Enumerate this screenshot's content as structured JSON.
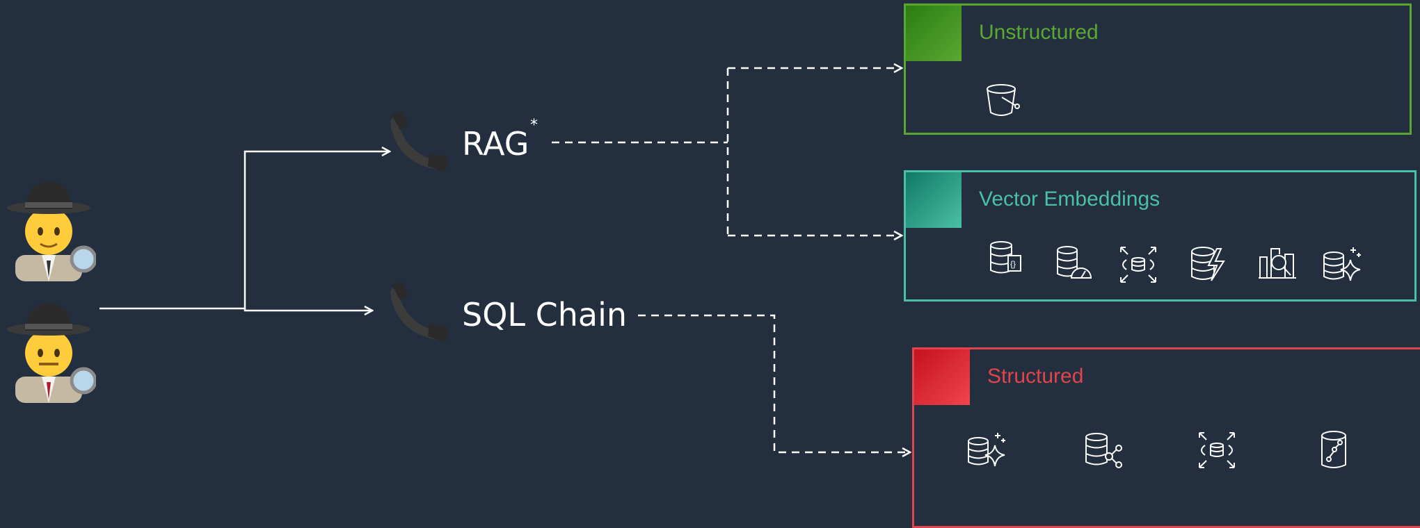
{
  "flows": {
    "rag": {
      "label": "RAG",
      "footnote_mark": "*"
    },
    "sql": {
      "label": "SQL Chain"
    }
  },
  "personas": [
    {
      "icon": "detective-woman-icon"
    },
    {
      "icon": "detective-man-icon"
    }
  ],
  "groups": {
    "unstructured": {
      "title": "Unstructured",
      "color": "#5aa832",
      "swatch_gradient": [
        "#2b7d12",
        "#5aa832"
      ],
      "services": [
        "s3-bucket-icon"
      ]
    },
    "vector": {
      "title": "Vector Embeddings",
      "color": "#4bc0a4",
      "swatch_gradient": [
        "#0f7a64",
        "#4bc0a4"
      ],
      "services": [
        "documentdb-icon",
        "rds-performance-icon",
        "aurora-serverless-icon",
        "elasticache-icon",
        "opensearch-icon",
        "aurora-ml-icon"
      ]
    },
    "structured": {
      "title": "Structured",
      "color": "#e2444e",
      "swatch_gradient": [
        "#c4121f",
        "#f2444c"
      ],
      "services": [
        "aurora-ml-icon",
        "neptune-icon",
        "aurora-serverless-icon",
        "timestream-icon"
      ]
    }
  },
  "colors": {
    "background": "#232f3e",
    "line": "#ffffff"
  }
}
